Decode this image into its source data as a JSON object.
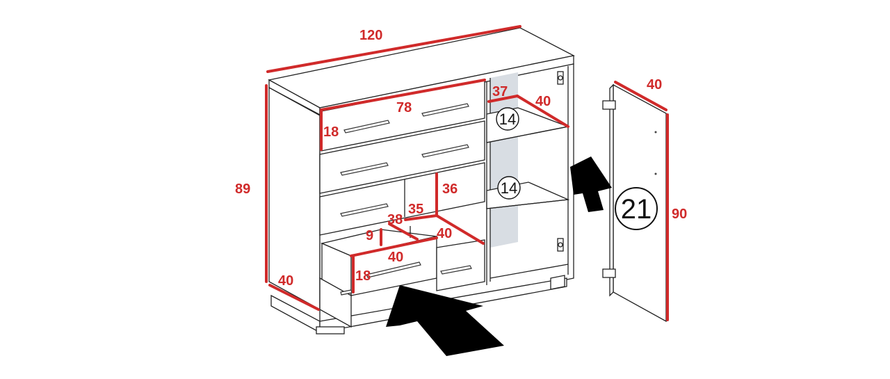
{
  "diagram": {
    "dimensions": {
      "top_width": "120",
      "height_body": "89",
      "depth_bottom": "40",
      "drawer_top_width": "78",
      "drawer_top_height": "18",
      "shelf_width": "37",
      "shelf_depth": "40",
      "inner_height": "36",
      "inner_width": "35",
      "inner_depth": "40",
      "small_drawer_inner_width": "38",
      "small_drawer_height": "9",
      "open_drawer_width": "40",
      "open_drawer_height": "18",
      "door_width": "40",
      "door_height": "90"
    },
    "part_numbers": {
      "shelf_upper": "14",
      "shelf_lower": "14",
      "door": "21"
    },
    "colors": {
      "dimension": "#d02a2a",
      "lines": "#222222",
      "arrow": "#000000",
      "inner_back": "#d8dde3"
    },
    "icons": [
      "insert-arrow-icon",
      "hinge-icon"
    ]
  }
}
